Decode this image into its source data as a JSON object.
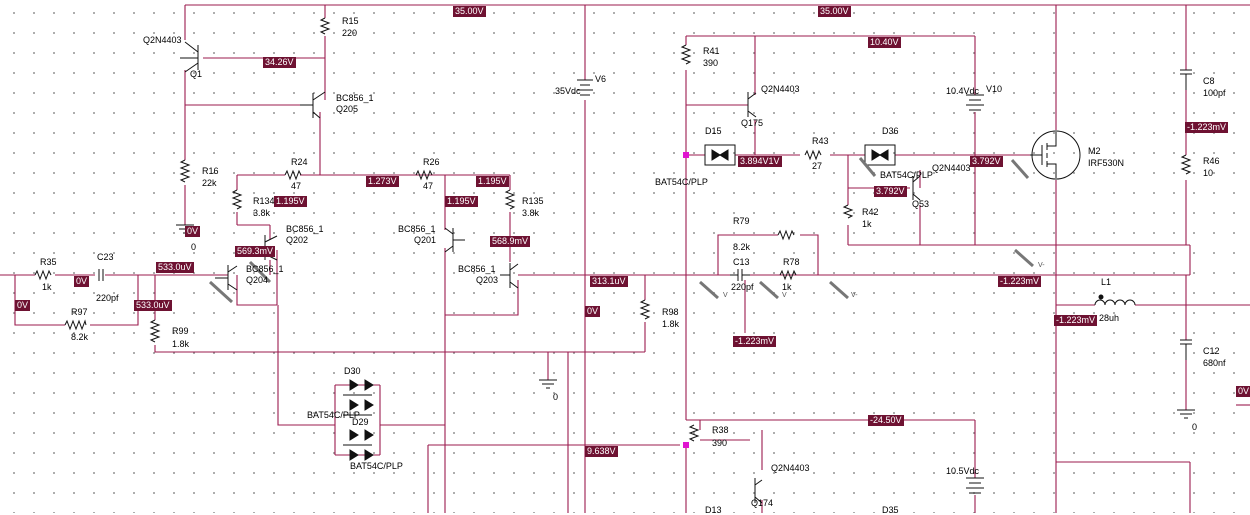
{
  "labels": {
    "q2n4403_a": "Q2N4403",
    "q1": "Q1",
    "r15": "R15",
    "r15v": "220",
    "bc856_q205": "BC856_1",
    "q205": "Q205",
    "r16": "R16",
    "r16v": "22k",
    "r24": "R24",
    "r24v": "47",
    "r26": "R26",
    "r26v": "47",
    "r134": "R134",
    "r134v": "3.8k",
    "bc856_q202": "BC856_1",
    "q202": "Q202",
    "bc856_q204": "BC856_1",
    "q204": "Q204",
    "r135": "R135",
    "r135v": "3.8k",
    "bc856_q201": "BC856_1",
    "q201": "Q201",
    "bc856_q203": "BC856_1",
    "q203": "Q203",
    "r35": "R35",
    "r35v": "1k",
    "c23": "C23",
    "c23v": "220pf",
    "r97": "R97",
    "r97v": "8.2k",
    "r99": "R99",
    "r99v": "1.8k",
    "gnd0_a": "0",
    "gnd0_b": "0",
    "gnd0_c": "0",
    "d30": "D30",
    "bat_a": "BAT54C/PLP",
    "d29": "D29",
    "bat_b": "BAT54C/PLP",
    "v6": "V6",
    "v6v": "35Vdc",
    "r98": "R98",
    "r98v": "1.8k",
    "r41": "R41",
    "r41v": "390",
    "q2n4403_b": "Q2N4403",
    "q175": "Q175",
    "d15": "D15",
    "bat_c": "BAT54C/PLP",
    "r43": "R43",
    "r43v": "27",
    "d36": "D36",
    "bat_d": "BAT54C/PLP",
    "q2n4403_c": "Q2N4403",
    "q53": "Q53",
    "r42": "R42",
    "r42v": "1k",
    "v10v": "10.4Vdc",
    "v10": "V10",
    "m2": "M2",
    "irf": "IRF530N",
    "c8": "C8",
    "c8v": "100pf",
    "r46": "R46",
    "r46v": "10",
    "r79": "R79",
    "r79v": "8.2k",
    "c13": "C13",
    "c13v": "220pf",
    "r78": "R78",
    "r78v": "1k",
    "l1": "L1",
    "l1v": "28uh",
    "c12": "C12",
    "c12v": "680nf",
    "r38": "R38",
    "r38v": "390",
    "q2n4403_d": "Q2N4403",
    "q174": "Q174",
    "v105": "10.5Vdc",
    "d13": "D13",
    "d35": "D35"
  },
  "voltages": {
    "v35a": "35.00V",
    "v35b": "35.00V",
    "v3426": "34.26V",
    "v1040": "10.40V",
    "v1223a": "-1.223mV",
    "v1273": "1.273V",
    "v1195a": "1.195V",
    "v1195b": "1.195V",
    "v1195c": "1.195V",
    "v3894": "3.894V1V",
    "v3792a": "3.792V",
    "v3792b": "3.792V",
    "v0a": "0V",
    "v0b": "0V",
    "v0c": "0V",
    "v0d": "0V",
    "v0e": "0V",
    "v569": "569.3mV",
    "v5689": "568.9mV",
    "v533a": "533.0uV",
    "v533b": "533.0uV",
    "v3131": "313.1uV",
    "v1223b": "-1.223mV",
    "v1223c": "-1.223mV",
    "v1223d": "-1.223mV",
    "v2450": "-24.50V",
    "v9638": "9.638V"
  },
  "probes": {
    "v1": "V",
    "v2": "V",
    "v3": "V-",
    "v4": "V-"
  },
  "colors": {
    "wire": "#9b1b4e",
    "tag": "#6e1232",
    "pin": "#e015d0"
  }
}
